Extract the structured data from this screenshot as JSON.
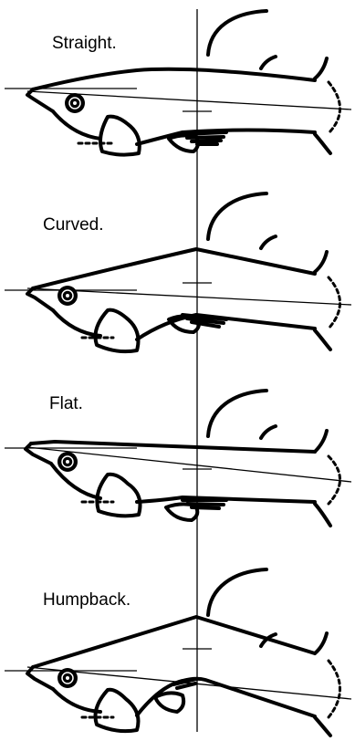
{
  "panels": [
    {
      "id": "straight",
      "label": "Straight."
    },
    {
      "id": "curved",
      "label": "Curved."
    },
    {
      "id": "flat",
      "label": "Flat."
    },
    {
      "id": "humpback",
      "label": "Humpback."
    }
  ]
}
